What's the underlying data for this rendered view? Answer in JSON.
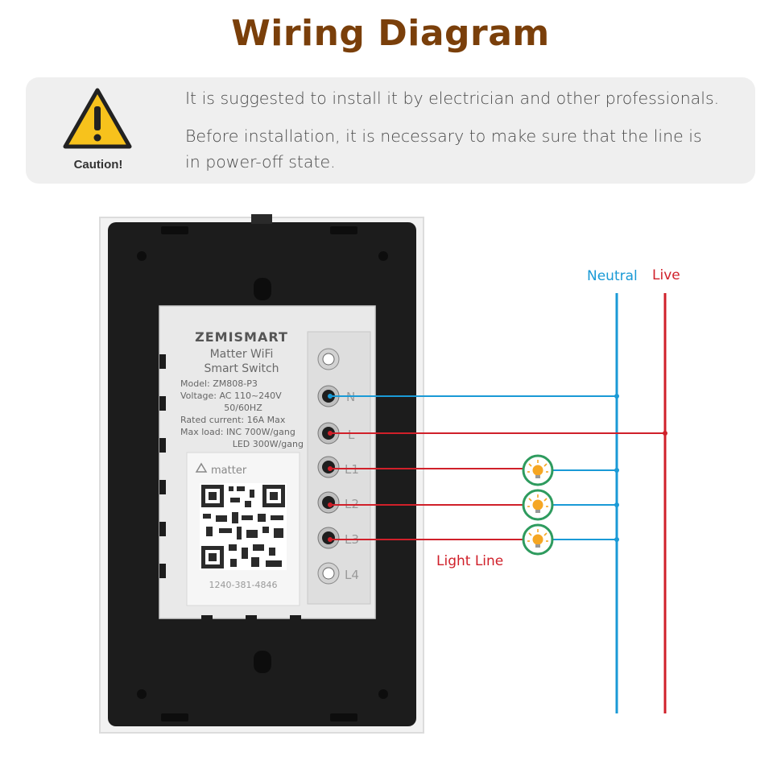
{
  "title": "Wiring Diagram",
  "caution": {
    "label": "Caution!",
    "icon": "warning-triangle-icon",
    "lines": [
      "It is suggested to install it by electrician and other professionals.",
      "Before installation, it is necessary to make sure that the line is in power-off state."
    ]
  },
  "device": {
    "brand": "ZEMISMART",
    "name_line1": "Matter WiFi",
    "name_line2": "Smart Switch",
    "specs": [
      "Model: ZM808-P3",
      "Voltage: AC 110~240V",
      "50/60HZ",
      "Rated current: 16A Max",
      "Max load: INC 700W/gang",
      "LED 300W/gang"
    ],
    "matter_label": "matter",
    "qr_code_text": "1240-381-4846",
    "terminals": [
      "N",
      "L",
      "L1",
      "L2",
      "L3",
      "L4"
    ]
  },
  "wires": {
    "neutral_label": "Neutral",
    "live_label": "Live",
    "light_line_label": "Light Line",
    "neutral_color": "#1a9ad6",
    "live_color": "#d0202a",
    "bulb_icon": "light-bulb-icon",
    "bulb_ring_color": "#2e9b5e"
  },
  "colors": {
    "title": "#7a3f0a",
    "panel": "#1c1c1c",
    "module": "#e9e9e9"
  }
}
